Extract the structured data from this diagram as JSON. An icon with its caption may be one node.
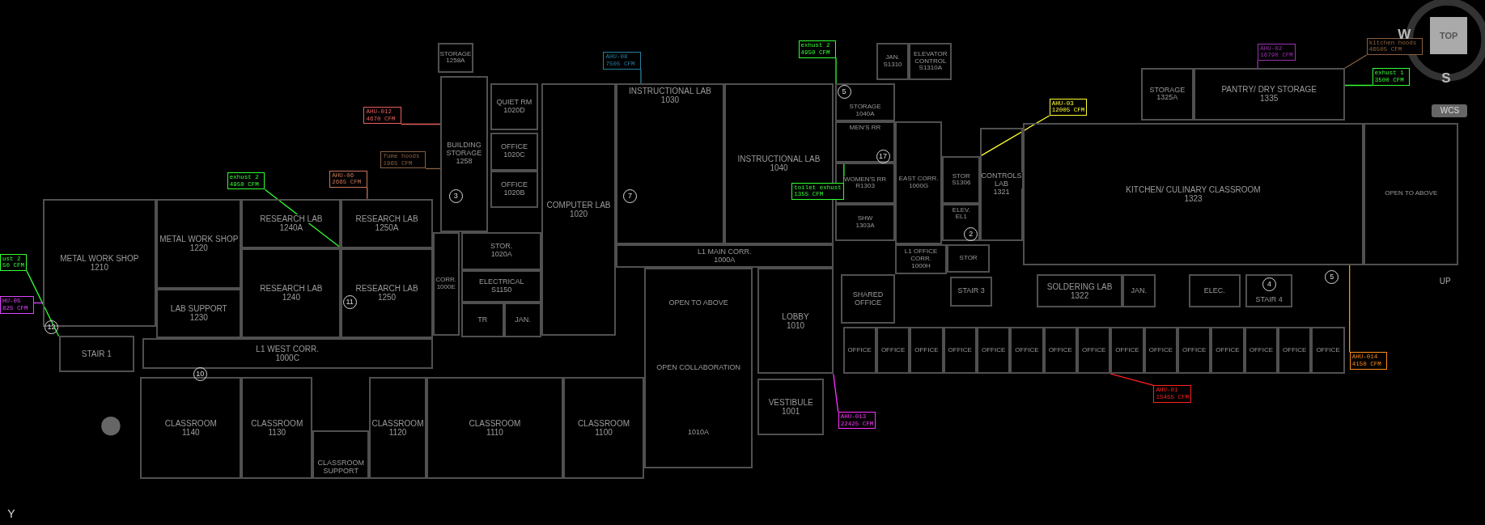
{
  "diagram": {
    "nodes": [
      {
        "text": [
          "STORAGE",
          "1258A"
        ]
      },
      {
        "text": [
          "BUILDING STORAGE",
          "1258"
        ]
      },
      {
        "text": [
          "METAL WORK SHOP",
          "1210"
        ]
      },
      {
        "text": [
          "METAL WORK SHOP",
          "1220"
        ]
      },
      {
        "text": [
          "RESEARCH LAB",
          "1240A"
        ]
      },
      {
        "text": [
          "RESEARCH LAB",
          "1250A"
        ]
      },
      {
        "text": [
          "RESEARCH LAB",
          "1240"
        ]
      },
      {
        "text": [
          "RESEARCH LAB",
          "1250"
        ]
      },
      {
        "text": [
          "LAB SUPPORT",
          "1230"
        ]
      },
      {
        "text": [
          "CORR.",
          "1000E"
        ]
      },
      {
        "text": [
          "L1 WEST CORR.",
          "1000C"
        ]
      },
      {
        "text": [
          "STAIR 1"
        ]
      },
      {
        "text": [
          "CLASSROOM",
          "1140"
        ]
      },
      {
        "text": [
          "CLASSROOM",
          "1130"
        ]
      },
      {
        "text": [
          "CLASSROOM",
          "1120"
        ]
      },
      {
        "text": [
          "CLASSROOM",
          "1110"
        ]
      },
      {
        "text": [
          "CLASSROOM",
          "1100"
        ]
      },
      {
        "text": [
          "CLASSROOM SUPPORT"
        ]
      },
      {
        "text": [
          "QUIET RM",
          "1020D"
        ]
      },
      {
        "text": [
          "OFFICE",
          "1020C"
        ]
      },
      {
        "text": [
          "OFFICE",
          "1020B"
        ]
      },
      {
        "text": [
          "STOR.",
          "1020A"
        ]
      },
      {
        "text": [
          "ELECTRICAL",
          "S1150"
        ]
      },
      {
        "text": [
          "TR"
        ]
      },
      {
        "text": [
          "JAN."
        ]
      },
      {
        "text": [
          "COMPUTER LAB",
          "1020"
        ]
      },
      {
        "text": [
          "INSTRUCTIONAL LAB",
          "1030"
        ]
      },
      {
        "text": [
          "INSTRUCTIONAL LAB",
          "1040"
        ]
      },
      {
        "text": [
          "STORAGE",
          "1040A"
        ]
      },
      {
        "text": [
          "MEN'S RR"
        ]
      },
      {
        "text": [
          "WOMEN'S RR",
          "R1303"
        ]
      },
      {
        "text": [
          "SHW",
          "1303A"
        ]
      },
      {
        "text": [
          "L1 MAIN CORR.",
          "1000A"
        ]
      },
      {
        "text": [
          "LOBBY",
          "1010"
        ]
      },
      {
        "text": [
          "OPEN TO ABOVE",
          "OPEN COLLABORATION",
          "1010A"
        ]
      },
      {
        "text": [
          "VESTIBULE",
          "1001"
        ]
      },
      {
        "text": [
          "JAN.",
          "S1310"
        ]
      },
      {
        "text": [
          "ELEVATOR CONTROL",
          "S1310A"
        ]
      },
      {
        "text": [
          "EAST CORR.",
          "1000G"
        ]
      },
      {
        "text": [
          "STOR",
          "S1306"
        ]
      },
      {
        "text": [
          "CONTROLS LAB",
          "1321"
        ]
      },
      {
        "text": [
          "ELEV.",
          "EL1"
        ]
      },
      {
        "text": [
          "L1 OFFICE CORR.",
          "1000H"
        ]
      },
      {
        "text": [
          "STOR"
        ]
      },
      {
        "text": [
          "STORAGE",
          "1325A"
        ]
      },
      {
        "text": [
          "PANTRY/ DRY STORAGE",
          "1335"
        ]
      },
      {
        "text": [
          "KITCHEN/ CULINARY CLASSROOM",
          "1323"
        ]
      },
      {
        "text": [
          "OPEN TO ABOVE"
        ]
      },
      {
        "text": [
          "SHARED OFFICE"
        ]
      },
      {
        "text": [
          "STAIR 3"
        ]
      },
      {
        "text": [
          "SOLDERING LAB",
          "1322"
        ]
      },
      {
        "text": [
          "JAN."
        ]
      },
      {
        "text": [
          "ELEC."
        ]
      },
      {
        "text": [
          "STAIR 4"
        ]
      },
      {
        "text": [
          "OFFICE"
        ]
      },
      {
        "text": [
          "OFFICE"
        ]
      },
      {
        "text": [
          "OFFICE"
        ]
      },
      {
        "text": [
          "OFFICE"
        ]
      },
      {
        "text": [
          "OFFICE"
        ]
      },
      {
        "text": [
          "OFFICE"
        ]
      },
      {
        "text": [
          "OFFICE"
        ]
      },
      {
        "text": [
          "OFFICE"
        ]
      },
      {
        "text": [
          "OFFICE"
        ]
      },
      {
        "text": [
          "OFFICE"
        ]
      },
      {
        "text": [
          "OFFICE"
        ]
      },
      {
        "text": [
          "OFFICE"
        ]
      },
      {
        "text": [
          "OFFICE"
        ]
      },
      {
        "text": [
          "OFFICE"
        ]
      },
      {
        "text": [
          "OFFICE"
        ]
      },
      {
        "text": [
          "ust 2 50 CFM"
        ]
      },
      {
        "text": [
          "HU-05 825 CFM"
        ]
      },
      {
        "text": [
          "exhust 2 4950 CFM"
        ]
      },
      {
        "text": [
          "AHU-06 2665 CFM"
        ]
      },
      {
        "text": [
          "AHU-012 4670 CFM"
        ]
      },
      {
        "text": [
          "fume hoods 1965 CFM"
        ]
      },
      {
        "text": [
          "AHU-08 7505 CFM"
        ]
      },
      {
        "text": [
          "exhust 2 4950 CFM"
        ]
      },
      {
        "text": [
          "toilet exhust 1355 CFM"
        ]
      },
      {
        "text": [
          "AHU-03 12005 CFM"
        ]
      },
      {
        "text": [
          "AHU-02 16790 CFM"
        ]
      },
      {
        "text": [
          "kitchen hoods 46505 CFM"
        ]
      },
      {
        "text": [
          "exhust 1 3500 CFM"
        ]
      },
      {
        "text": [
          "AHU-013 22425 CFM"
        ]
      },
      {
        "text": [
          "AHU-01 15455 CFM"
        ]
      },
      {
        "text": [
          "AHU-014 4150 CFM"
        ]
      }
    ],
    "edges": [
      {
        "from": 69,
        "to": 11,
        "arrow": "none"
      },
      {
        "from": 70,
        "to": 2,
        "arrow": "none",
        "color": "#dd44ff"
      },
      {
        "from": 71,
        "to": 7,
        "arrow": "none"
      },
      {
        "from": 72,
        "to": 5,
        "arrow": "none",
        "color": "#c8755a"
      },
      {
        "from": 73,
        "to": 1,
        "arrow": "none",
        "color": "#e86060"
      },
      {
        "from": 74,
        "to": 1,
        "arrow": "none",
        "color": "#8a6040"
      },
      {
        "from": 75,
        "to": 26,
        "arrow": "none",
        "color": "#2a7fa0"
      },
      {
        "from": 76,
        "to": 28,
        "arrow": "none"
      },
      {
        "from": 77,
        "to": 29,
        "arrow": "none"
      },
      {
        "from": 78,
        "to": 39,
        "arrow": "none",
        "color": "#ffff33"
      },
      {
        "from": 79,
        "to": 45,
        "arrow": "none",
        "color": "#9a33b0"
      },
      {
        "from": 80,
        "to": 45,
        "arrow": "none",
        "color": "#8a6040"
      },
      {
        "from": 81,
        "to": 45,
        "arrow": "none"
      },
      {
        "from": 82,
        "to": 33,
        "arrow": "none",
        "color": "#ff33ff"
      },
      {
        "from": 83,
        "to": 61,
        "arrow": "none",
        "color": "#ff2020"
      },
      {
        "from": 84,
        "to": 46,
        "arrow": "none",
        "color": "#ff8c1a"
      }
    ],
    "labels": [
      "12",
      "10",
      "11",
      "3",
      "7",
      "5",
      "17",
      "2",
      "4",
      "5",
      "UP",
      "Y",
      "W",
      "TOP",
      "S",
      "WCS"
    ]
  }
}
